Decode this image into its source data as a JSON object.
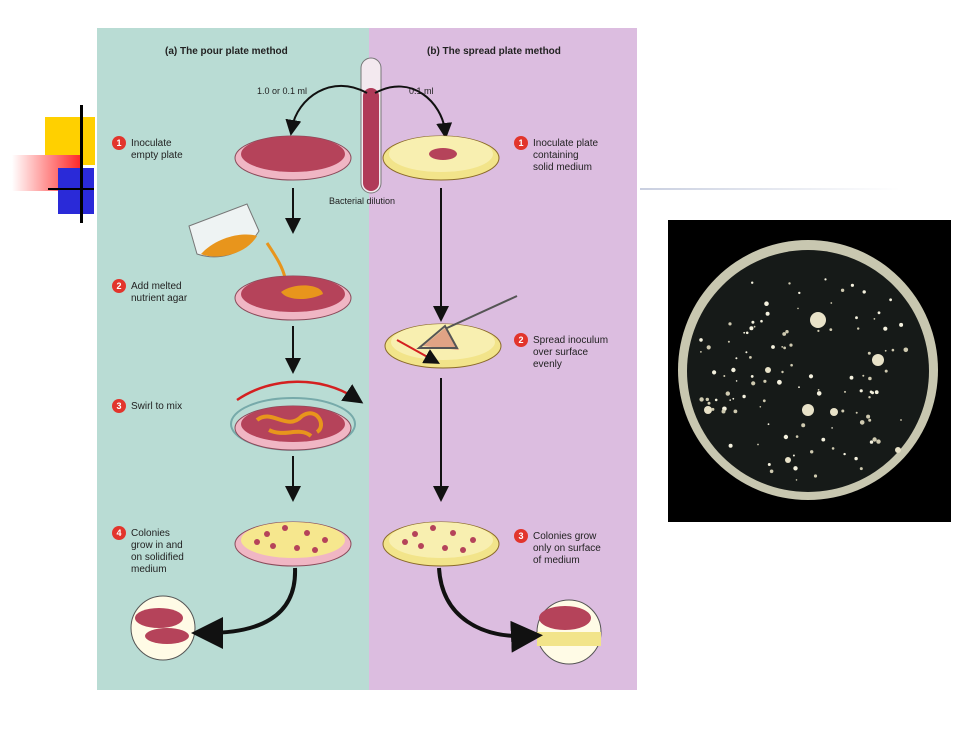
{
  "colors": {
    "pour_panel": "#b9dcd4",
    "spread_panel": "#dcbde0",
    "step_badge": "#e2352c",
    "agar": "#b5435a",
    "solid_medium": "#f2e48a",
    "broth": "#e8951c",
    "deco_yellow": "#ffd000",
    "deco_red": "#ff2a2a",
    "deco_blue": "#2a2ad8"
  },
  "figure": {
    "pour": {
      "heading": "(a) The pour plate method",
      "volume": "1.0 or 0.1 ml",
      "steps": [
        {
          "num": "1",
          "lines": [
            "Inoculate",
            "empty plate"
          ]
        },
        {
          "num": "2",
          "lines": [
            "Add melted",
            "nutrient agar"
          ]
        },
        {
          "num": "3",
          "lines": [
            "Swirl to mix"
          ]
        },
        {
          "num": "4",
          "lines": [
            "Colonies",
            "grow in and",
            "on solidified",
            "medium"
          ]
        }
      ]
    },
    "spread": {
      "heading": "(b) The spread plate method",
      "volume": "0.1 ml",
      "steps": [
        {
          "num": "1",
          "lines": [
            "Inoculate plate",
            "containing",
            "solid medium"
          ]
        },
        {
          "num": "2",
          "lines": [
            "Spread inoculum",
            "over surface",
            "evenly"
          ]
        },
        {
          "num": "3",
          "lines": [
            "Colonies grow",
            "only on surface",
            "of medium"
          ]
        }
      ]
    },
    "tube_label": "Bacterial dilution"
  }
}
